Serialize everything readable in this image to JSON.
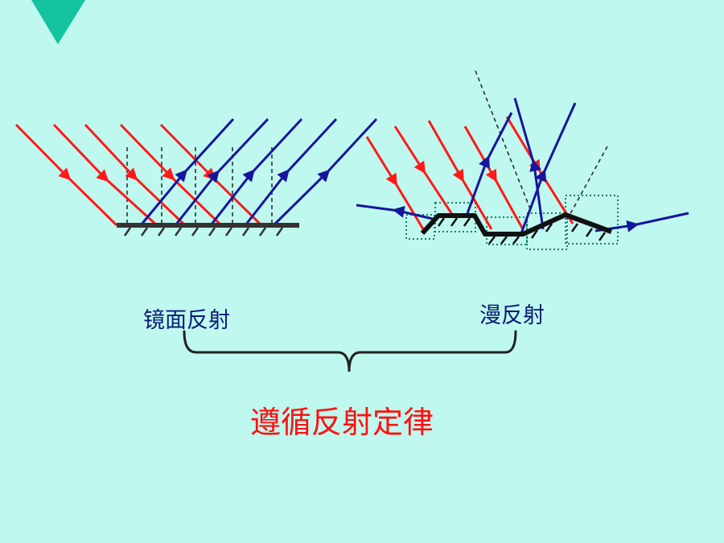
{
  "colors": {
    "background": "#bff8ee",
    "corner_marker": "#14c3a0",
    "incident_ray": "#ff1a1a",
    "reflected_ray": "#16159e",
    "surface": "#333333",
    "normal": "#222222",
    "brace": "#222222",
    "label_text": "#0a1a78",
    "law_text": "#ff1010",
    "highlight_box": "#1d7d6a"
  },
  "labels": {
    "specular": "镜面反射",
    "diffuse": "漫反射",
    "law": "遵循反射定律"
  },
  "icons": {
    "corner": "triangle-down-icon",
    "brace": "curly-brace-icon"
  }
}
